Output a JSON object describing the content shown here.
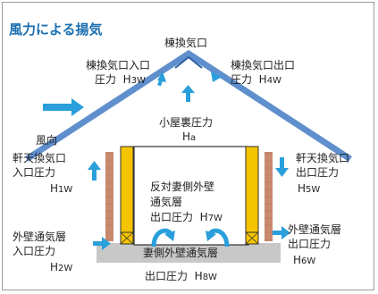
{
  "title": "風力による揚気",
  "ridge": {
    "label": "棟換気口"
  },
  "ridge_in": {
    "line1": "棟換気口入口",
    "line2": "圧力",
    "sym": "H",
    "sub": "3W"
  },
  "ridge_out": {
    "line1": "棟換気口出口",
    "line2": "圧力",
    "sym": "H",
    "sub": "4W"
  },
  "wind": {
    "label": "風向"
  },
  "attic": {
    "line1": "小屋裏圧力",
    "sym": "H",
    "sub": "a"
  },
  "eave_in": {
    "line1": "軒天換気口",
    "line2": "入口圧力",
    "sym": "H",
    "sub": "1W"
  },
  "eave_out": {
    "line1": "軒天換気口",
    "line2": "出口圧力",
    "sym": "H",
    "sub": "5W"
  },
  "opposite": {
    "line1": "反対妻側外壁",
    "line2": "通気層",
    "line3": "出口圧力",
    "sym": "H",
    "sub": "7W"
  },
  "wall_in": {
    "line1": "外壁通気層",
    "line2": "入口圧力",
    "sym": "H",
    "sub": "2W"
  },
  "wall_out": {
    "line1": "外壁通気層",
    "line2": "出口圧力",
    "sym": "H",
    "sub": "6W"
  },
  "gable": {
    "line1": "妻側外壁通気層",
    "line2": "出口圧力",
    "sym": "H",
    "sub": "8W"
  },
  "colors": {
    "accent": "#1a6fb0",
    "arrow": "#2a9fdc",
    "roof": "#5f8fcd",
    "stud": "#f5c400",
    "cladding": "#c98a70",
    "floor": "#c8c8c8"
  }
}
